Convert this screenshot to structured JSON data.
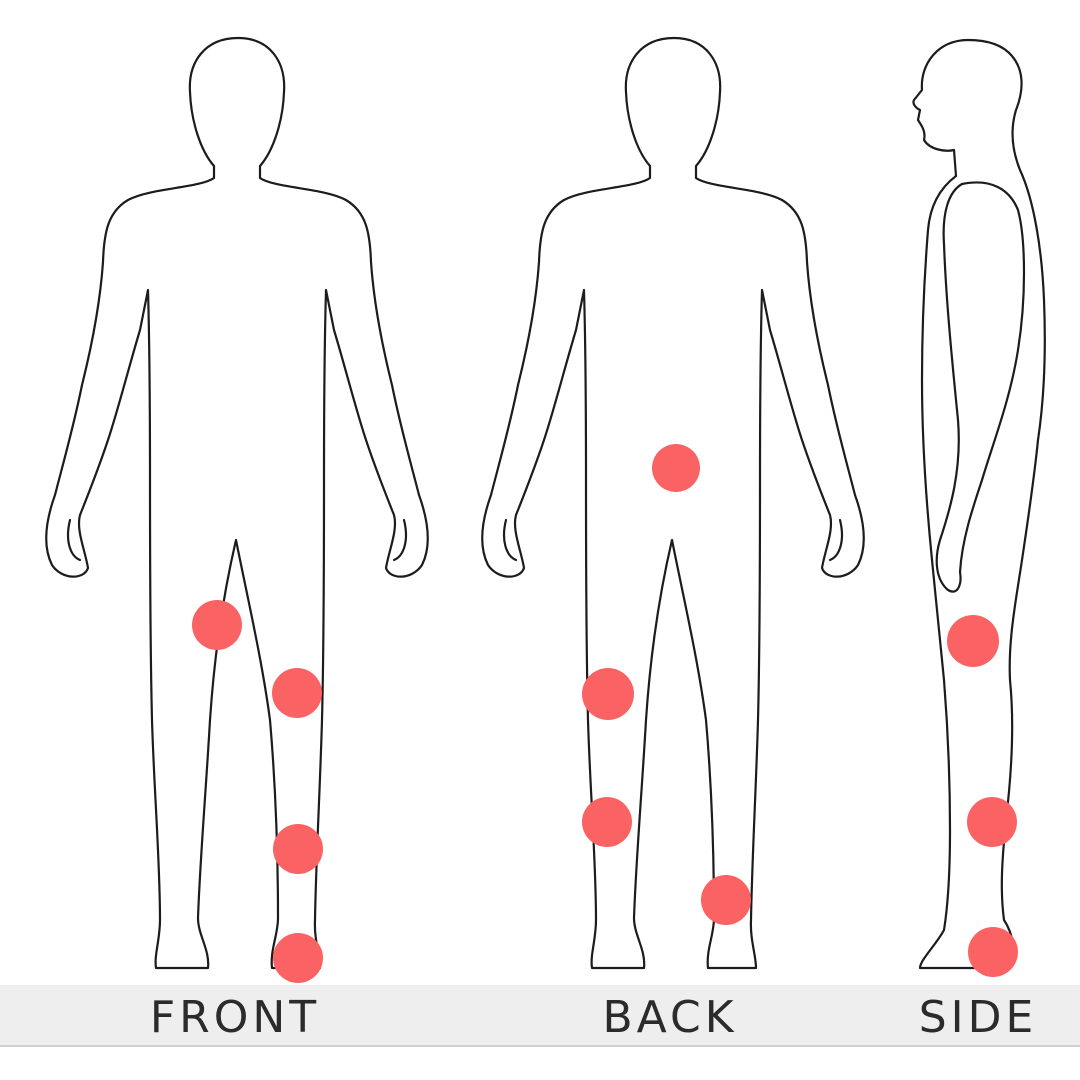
{
  "labels": {
    "front": "FRONT",
    "back": "BACK",
    "side": "SIDE"
  },
  "marker_color": "#fb6264",
  "outline_color": "#1c1c1c",
  "markers": {
    "front": [
      {
        "name": "front-upper-thigh-marker"
      },
      {
        "name": "front-knee-upper-marker"
      },
      {
        "name": "front-shin-marker"
      },
      {
        "name": "front-ankle-marker"
      }
    ],
    "back": [
      {
        "name": "back-lower-back-marker"
      },
      {
        "name": "back-hamstring-marker"
      },
      {
        "name": "back-calf-marker"
      },
      {
        "name": "back-heel-marker"
      }
    ],
    "side": [
      {
        "name": "side-thigh-marker"
      },
      {
        "name": "side-lower-leg-marker"
      },
      {
        "name": "side-foot-marker"
      }
    ]
  }
}
